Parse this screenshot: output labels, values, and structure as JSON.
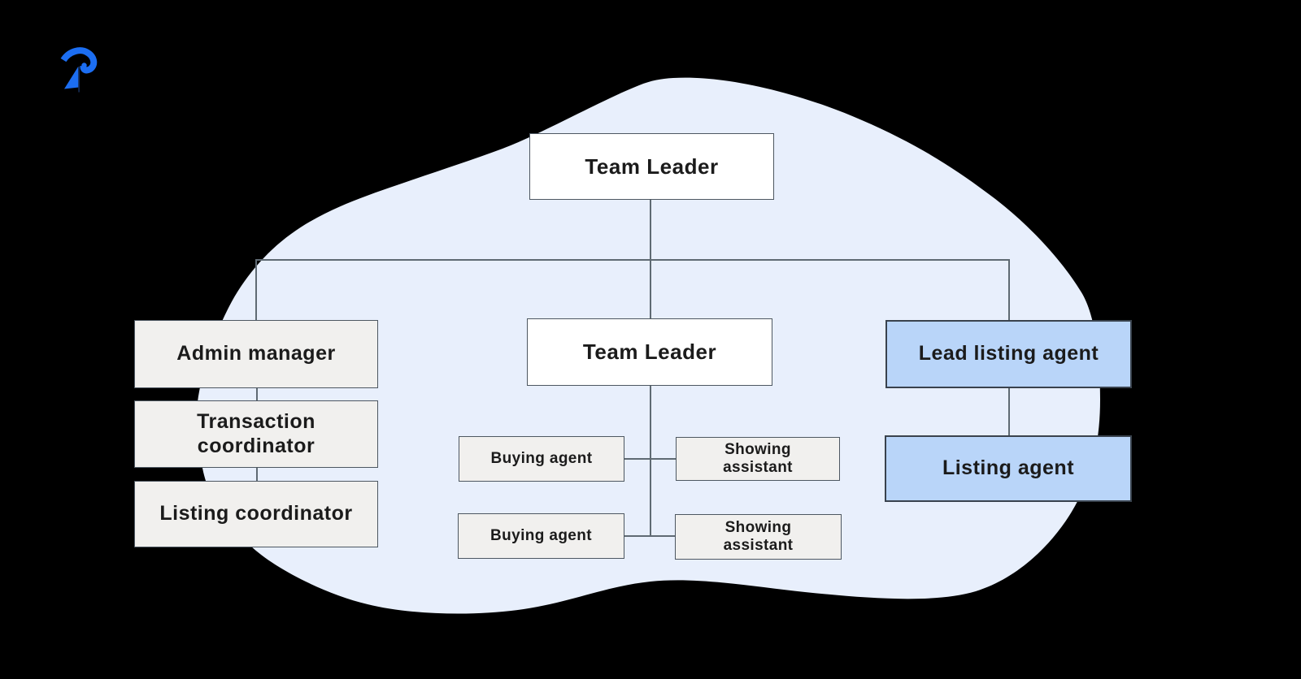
{
  "brand": {
    "logo_icon": "paper-plane-p-logo",
    "logo_color": "#1c6ef2",
    "logo_stem_color": "#14294f"
  },
  "palette": {
    "background": "#000000",
    "blob": "#e8effc",
    "node_white": "#ffffff",
    "node_gray": "#f1f0ee",
    "node_blue": "#b9d5f9",
    "connector_line": "#5f6a73",
    "text": "#1b1b1b"
  },
  "org_chart": {
    "nodes": {
      "root": {
        "label": "Team Leader",
        "fill": "white"
      },
      "admin_manager": {
        "label": "Admin manager",
        "fill": "gray"
      },
      "transaction_coordinator": {
        "label": "Transaction coordinator",
        "fill": "gray"
      },
      "listing_coordinator": {
        "label": "Listing coordinator",
        "fill": "gray"
      },
      "team_leader_2": {
        "label": "Team Leader",
        "fill": "white"
      },
      "buying_agent_1": {
        "label": "Buying agent",
        "fill": "gray"
      },
      "showing_assistant_1": {
        "label": "Showing assistant",
        "fill": "gray"
      },
      "buying_agent_2": {
        "label": "Buying agent",
        "fill": "gray"
      },
      "showing_assistant_2": {
        "label": "Showing assistant",
        "fill": "gray"
      },
      "lead_listing_agent": {
        "label": "Lead listing agent",
        "fill": "blue"
      },
      "listing_agent": {
        "label": "Listing agent",
        "fill": "blue"
      }
    },
    "edges": [
      [
        "root",
        "admin_manager"
      ],
      [
        "root",
        "team_leader_2"
      ],
      [
        "root",
        "lead_listing_agent"
      ],
      [
        "admin_manager",
        "transaction_coordinator"
      ],
      [
        "transaction_coordinator",
        "listing_coordinator"
      ],
      [
        "team_leader_2",
        "buying_agent_1"
      ],
      [
        "team_leader_2",
        "showing_assistant_1"
      ],
      [
        "team_leader_2",
        "buying_agent_2"
      ],
      [
        "team_leader_2",
        "showing_assistant_2"
      ],
      [
        "buying_agent_1",
        "showing_assistant_1"
      ],
      [
        "buying_agent_2",
        "showing_assistant_2"
      ],
      [
        "lead_listing_agent",
        "listing_agent"
      ]
    ]
  }
}
